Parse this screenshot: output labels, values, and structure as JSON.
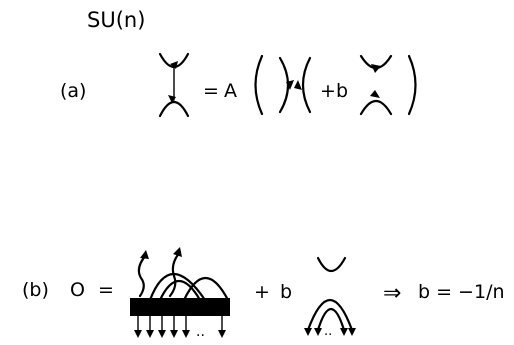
{
  "header": {
    "group_label": "SU(n)"
  },
  "panel_a": {
    "label": "(a)",
    "equals": "=",
    "coefficient_A": "A",
    "plus": "+",
    "coefficient_b": "b"
  },
  "panel_b": {
    "label": "(b)",
    "operator": "O",
    "equals": "=",
    "plus": "+",
    "coefficient_b": "b",
    "dots": "..",
    "implies": "⇒",
    "result": "b = −1/n"
  },
  "colors": {
    "ink": "#000000",
    "paper": "#ffffff"
  }
}
